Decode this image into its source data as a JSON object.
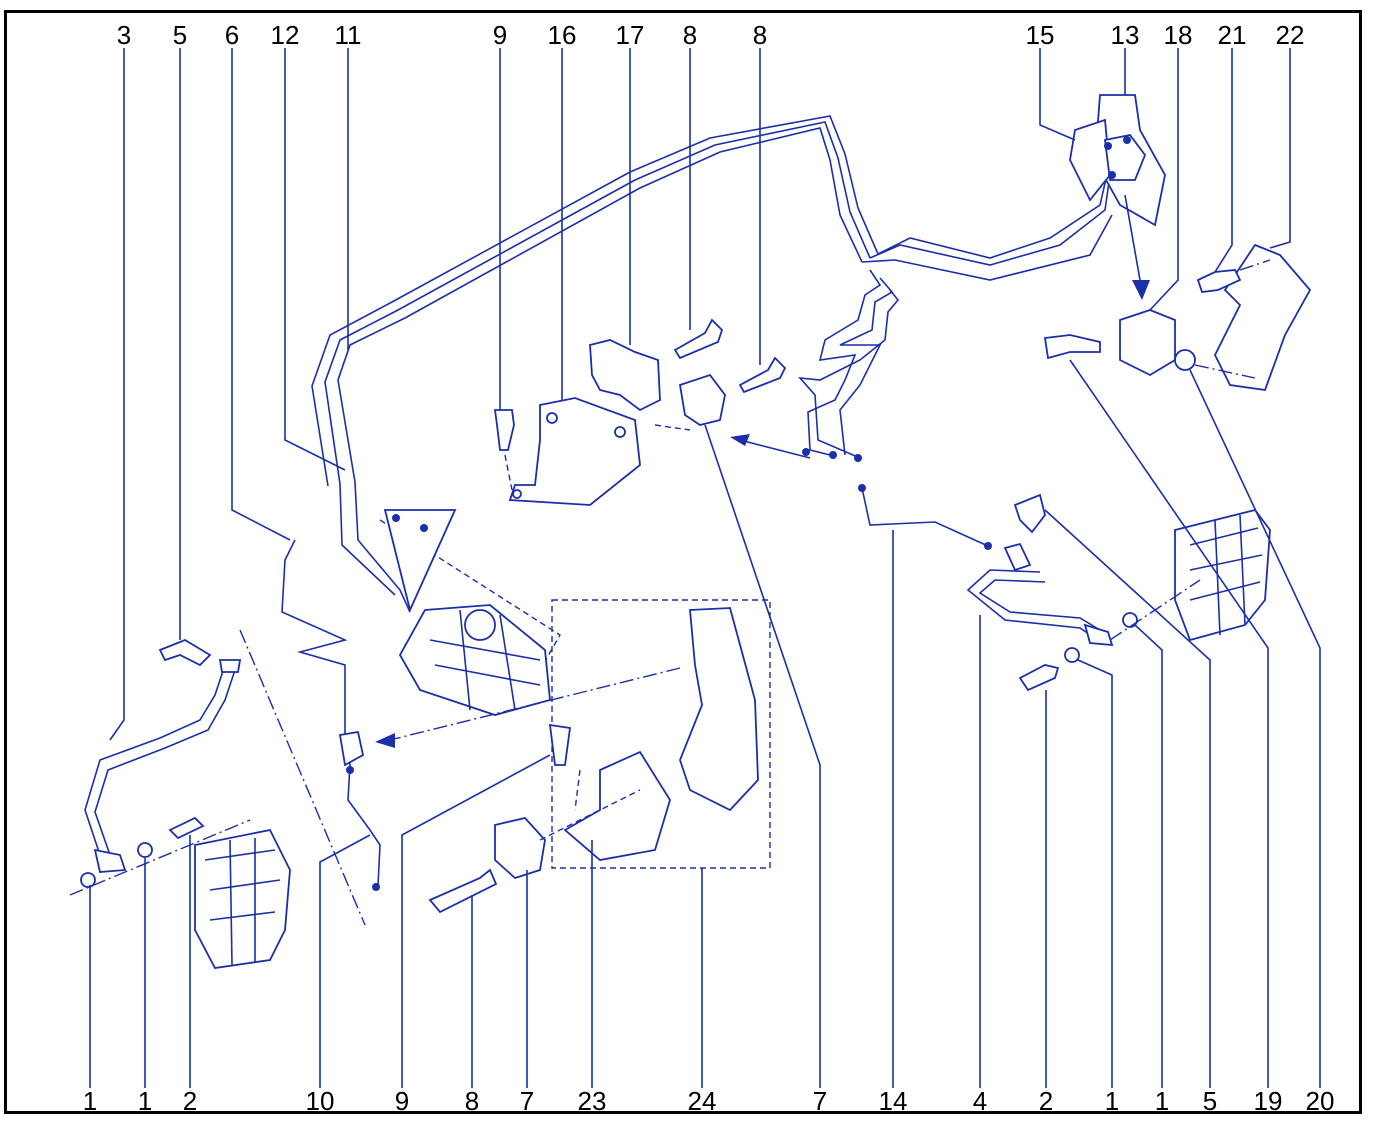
{
  "diagram": {
    "line_color": "#1a2fa8",
    "label_color": "#000000",
    "top_callouts": [
      "3",
      "5",
      "6",
      "12",
      "11",
      "9",
      "16",
      "17",
      "8",
      "8",
      "15",
      "13",
      "18",
      "21",
      "22"
    ],
    "bottom_callouts": [
      "1",
      "1",
      "2",
      "10",
      "9",
      "8",
      "7",
      "23",
      "24",
      "7",
      "14",
      "4",
      "2",
      "1",
      "1",
      "5",
      "19",
      "20"
    ]
  }
}
